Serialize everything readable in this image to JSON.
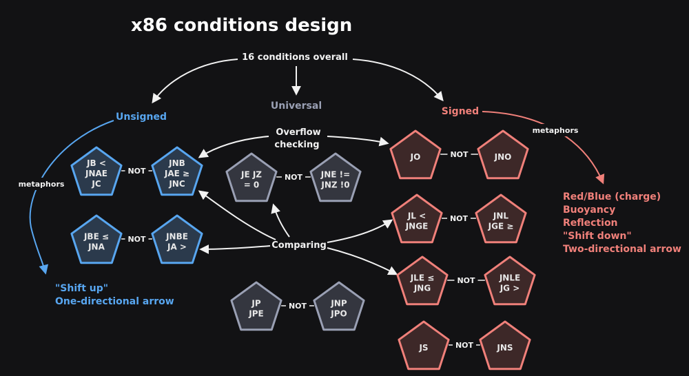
{
  "title": "x86 conditions design",
  "labels": {
    "root": "16 conditions overall",
    "unsigned": "Unsigned",
    "universal": "Universal",
    "signed": "Signed",
    "overflow_l1": "Overflow",
    "overflow_l2": "checking",
    "comparing": "Comparing",
    "metaphors_left": "metaphors",
    "metaphors_right": "metaphors",
    "not": "NOT"
  },
  "unsigned_metaphors": [
    "\"Shift up\"",
    "One-directional arrow"
  ],
  "signed_metaphors": [
    "Red/Blue (charge)",
    "Buoyancy",
    "Reflection",
    "\"Shift down\"",
    "Two-directional arrow"
  ],
  "colors": {
    "background": "#121214",
    "unsigned": "#58a6f0",
    "signed": "#f0807a",
    "universal": "#9aa0b4",
    "unsigned_fill": "#2b3a4c",
    "signed_fill": "#3d2828",
    "universal_fill": "#34363f"
  },
  "pairs": {
    "unsigned_below": {
      "a": [
        "JB <",
        "JNAE",
        "JC"
      ],
      "b": [
        "JNB",
        "JAE ≥",
        "JNC"
      ]
    },
    "unsigned_below_eq": {
      "a": [
        "JBE ≤",
        "JNA"
      ],
      "b": [
        "JNBE",
        "JA >"
      ]
    },
    "universal_zero": {
      "a": [
        "JE JZ",
        "=  0"
      ],
      "b": [
        "JNE !=",
        "JNZ !0"
      ]
    },
    "universal_parity": {
      "a": [
        "JP",
        "JPE"
      ],
      "b": [
        "JNP",
        "JPO"
      ]
    },
    "signed_overflow": {
      "a": [
        "JO"
      ],
      "b": [
        "JNO"
      ]
    },
    "signed_less": {
      "a": [
        "JL <",
        "JNGE"
      ],
      "b": [
        "JNL",
        "JGE ≥"
      ]
    },
    "signed_less_eq": {
      "a": [
        "JLE ≤",
        "JNG"
      ],
      "b": [
        "JNLE",
        "JG >"
      ]
    },
    "signed_sign": {
      "a": [
        "JS"
      ],
      "b": [
        "JNS"
      ]
    }
  }
}
